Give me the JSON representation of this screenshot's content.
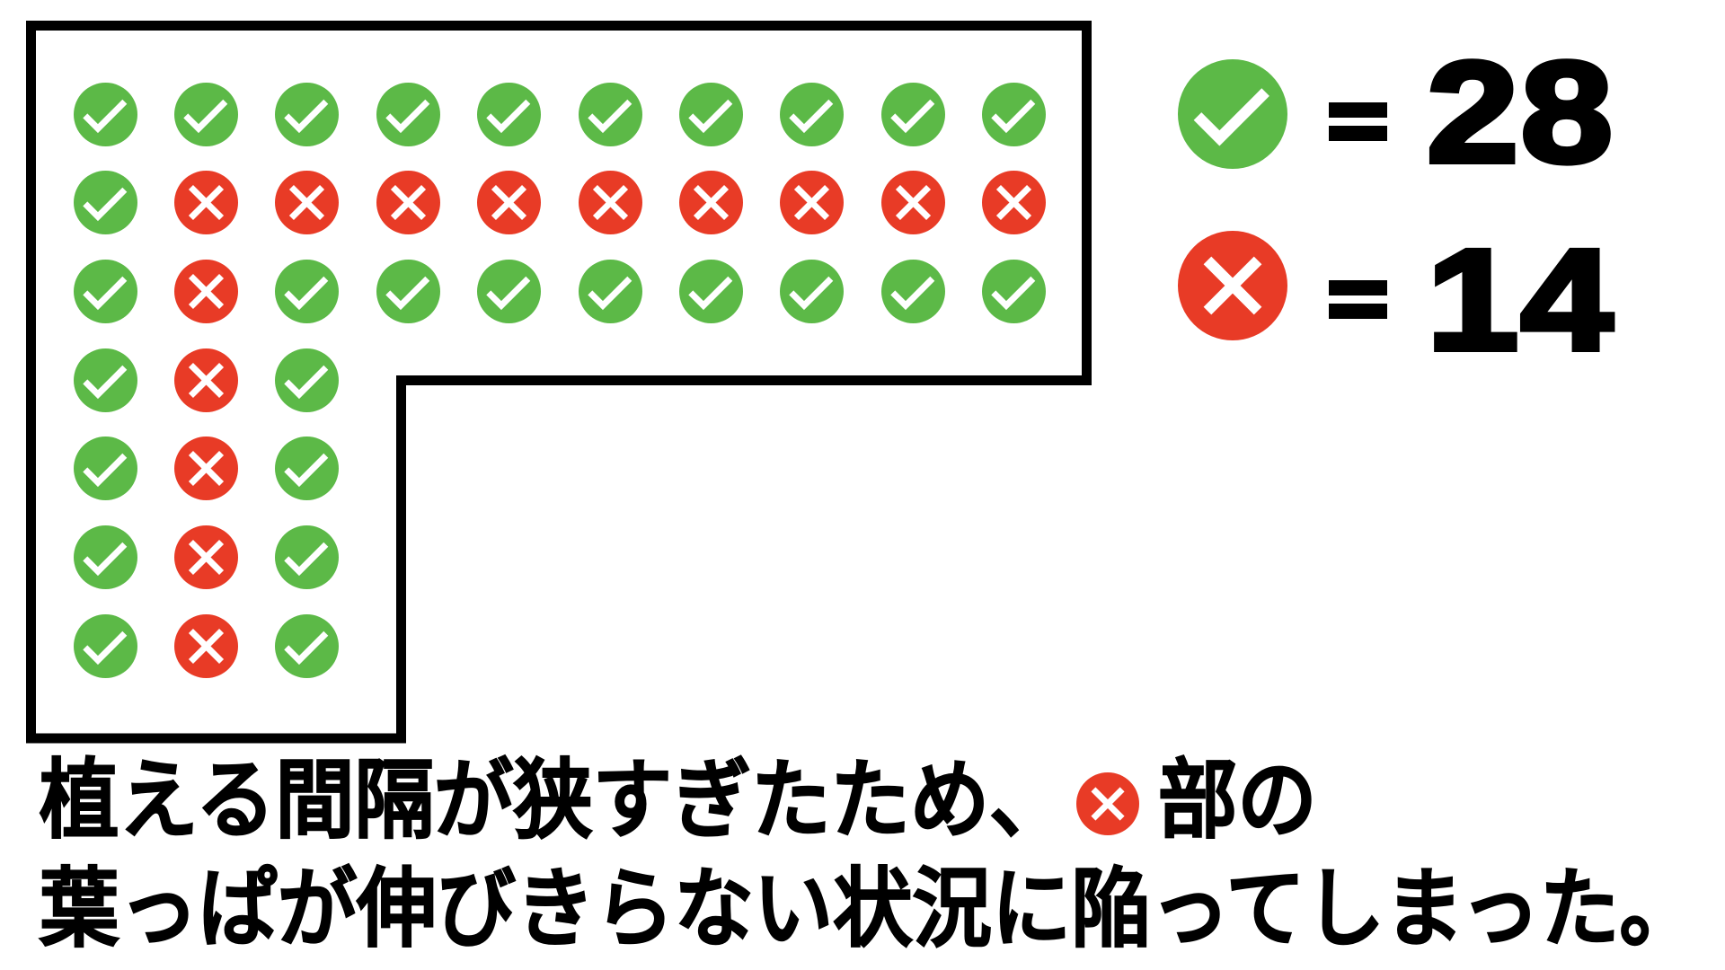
{
  "diagram": {
    "grid": {
      "rows": [
        [
          "check",
          "check",
          "check",
          "check",
          "check",
          "check",
          "check",
          "check",
          "check",
          "check"
        ],
        [
          "check",
          "x",
          "x",
          "x",
          "x",
          "x",
          "x",
          "x",
          "x",
          "x"
        ],
        [
          "check",
          "x",
          "check",
          "check",
          "check",
          "check",
          "check",
          "check",
          "check",
          "check"
        ],
        [
          "check",
          "x",
          "check"
        ],
        [
          "check",
          "x",
          "check"
        ],
        [
          "check",
          "x",
          "check"
        ],
        [
          "check",
          "x",
          "check"
        ]
      ]
    },
    "legend": {
      "items": [
        {
          "icon": "check-circle-icon",
          "status": "check",
          "equals": "=",
          "count": "28"
        },
        {
          "icon": "x-circle-icon",
          "status": "x",
          "equals": "=",
          "count": "14"
        }
      ]
    },
    "caption": {
      "line1_before": "植える間隔が狭すぎたため、",
      "line1_icon": "x-circle-icon",
      "line1_after": "部の",
      "line2": "葉っぱが伸びきらない状況に陥ってしまった。"
    }
  },
  "colors": {
    "check": "#5cb947",
    "x": "#e83b26",
    "mark_glyph": "#ffffff",
    "outline": "#000000",
    "text": "#000000"
  }
}
